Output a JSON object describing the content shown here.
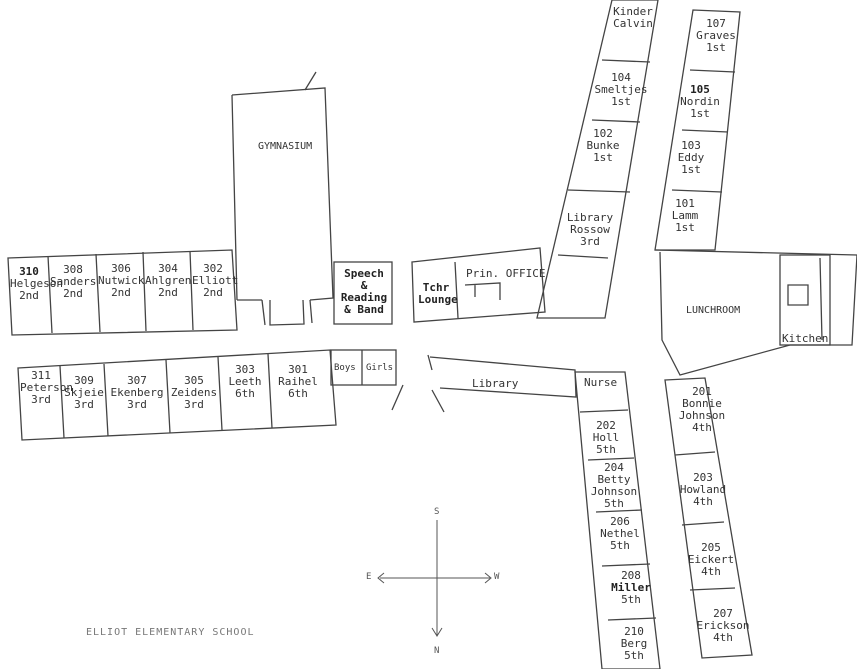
{
  "caption": "ELLIOT ELEMENTARY SCHOOL",
  "areas": {
    "gymnasium": "GYMNASIUM",
    "speech": "Speech & Reading & Band",
    "tchr_lounge": "Tchr Lounge",
    "prin_office": "Prin. OFFICE",
    "library": "Library",
    "lunchroom": "LUNCHROOM",
    "kitchen": "Kitchen",
    "nurse": "Nurse",
    "boys": "Boys",
    "girls": "Girls"
  },
  "rooms_north_west": [
    {
      "num": "310",
      "name": "Helgeson",
      "grade": "2nd"
    },
    {
      "num": "308",
      "name": "Sanders",
      "grade": "2nd"
    },
    {
      "num": "306",
      "name": "Nutwick",
      "grade": "2nd"
    },
    {
      "num": "304",
      "name": "Ahlgren",
      "grade": "2nd"
    },
    {
      "num": "302",
      "name": "Elliott",
      "grade": "2nd"
    }
  ],
  "rooms_south_west": [
    {
      "num": "311",
      "name": "Peterson",
      "grade": "3rd"
    },
    {
      "num": "309",
      "name": "Skjeie",
      "grade": "3rd"
    },
    {
      "num": "307",
      "name": "Ekenberg",
      "grade": "3rd"
    },
    {
      "num": "305",
      "name": "Zeidens",
      "grade": "3rd"
    },
    {
      "num": "303",
      "name": "Leeth",
      "grade": "6th"
    },
    {
      "num": "301",
      "name": "Raihel",
      "grade": "6th"
    }
  ],
  "wing_ne_left": [
    {
      "num": "",
      "name": "Kinder",
      "grade": "Calvin"
    },
    {
      "num": "104",
      "name": "Smeltjes",
      "grade": "1st"
    },
    {
      "num": "102",
      "name": "Bunke",
      "grade": "1st"
    },
    {
      "num": "",
      "name": "Library",
      "grade": "Rossow 3rd"
    }
  ],
  "wing_ne_right": [
    {
      "num": "107",
      "name": "Graves",
      "grade": "1st"
    },
    {
      "num": "105",
      "name": "Nordin",
      "grade": "1st"
    },
    {
      "num": "103",
      "name": "Eddy",
      "grade": "1st"
    },
    {
      "num": "101",
      "name": "Lamm",
      "grade": "1st"
    }
  ],
  "wing_se_left": [
    {
      "num": "202",
      "name": "Holl",
      "grade": "5th"
    },
    {
      "num": "204",
      "name": "Betty Johnson",
      "grade": "5th"
    },
    {
      "num": "206",
      "name": "Nethel",
      "grade": "5th"
    },
    {
      "num": "208",
      "name": "Miller",
      "grade": "5th"
    },
    {
      "num": "210",
      "name": "Berg",
      "grade": "5th"
    }
  ],
  "wing_se_right": [
    {
      "num": "201",
      "name": "Bonnie Johnson",
      "grade": "4th"
    },
    {
      "num": "203",
      "name": "Howland",
      "grade": "4th"
    },
    {
      "num": "205",
      "name": "Eickert",
      "grade": "4th"
    },
    {
      "num": "207",
      "name": "Erickson",
      "grade": "4th"
    }
  ],
  "compass": {
    "n": "N",
    "s": "S",
    "e": "E",
    "w": "W"
  }
}
